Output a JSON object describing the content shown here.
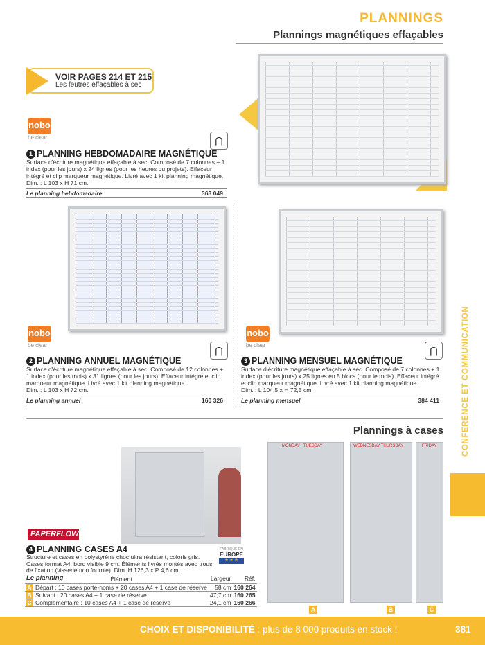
{
  "header": {
    "section": "PLANNINGS",
    "subtitle": "Plannings magnétiques effaçables"
  },
  "callout": {
    "title": "VOIR PAGES 214 ET 215",
    "subtitle": "Les feutres effaçables à sec"
  },
  "brands": {
    "nobo": "nobo",
    "nobo_tagline": "be clear",
    "paperflow": "PAPERFLOW",
    "europe_top": "FABRIQUÉ EN",
    "europe": "EUROPE"
  },
  "colors": {
    "accent": "#f5b82e",
    "footer": "#f7bc30",
    "nobo": "#f07e26",
    "paperflow": "#c8102e"
  },
  "products": [
    {
      "num": "1",
      "title": "PLANNING HEBDOMADAIRE MAGNÉTIQUE",
      "desc": "Surface d'écriture magnétique effaçable à sec. Composé de 7 colonnes + 1 index (pour les jours) x 24 lignes (pour les heures ou projets). Effaceur intégré et clip marqueur magnétique. Livré avec 1 kit planning magnétique.",
      "dim": "Dim. : L 103 x H 71 cm.",
      "ref_label": "Le planning hebdomadaire",
      "ref": "363 049"
    },
    {
      "num": "2",
      "title": "PLANNING ANNUEL MAGNÉTIQUE",
      "desc": "Surface d'écriture magnétique effaçable à sec. Composé de 12 colonnes + 1 index (pour les mois) x 31 lignes (pour les jours). Effaceur intégré et clip marqueur magnétique. Livré avec 1 kit planning magnétique.",
      "dim": "Dim. : L 103 x H 72 cm.",
      "ref_label": "Le planning annuel",
      "ref": "160 326"
    },
    {
      "num": "3",
      "title": "PLANNING MENSUEL MAGNÉTIQUE",
      "desc": "Surface d'écriture magnétique effaçable à sec. Composé de 7 colonnes + 1 index (pour les jours) x 25 lignes en 5 blocs (pour le mois). Effaceur intégré et clip marqueur magnétique. Livré avec 1 kit planning magnétique.",
      "dim": "Dim. : L 104,5 x H 72,5 cm.",
      "ref_label": "Le planning mensuel",
      "ref": "384 411"
    },
    {
      "num": "4",
      "title": "PLANNING CASES A4",
      "desc": "Structure et cases en polystyrène choc ultra résistant, coloris gris. Cases format A4, bord visible 9 cm. Éléments livrés montés avec trous de fixation (visserie non fournie). Dim. H 126,3 x P 4,6 cm.",
      "ref_label": "Le planning"
    }
  ],
  "cases_section": "Plannings à cases",
  "cases_table": {
    "headers": [
      "Élément",
      "Largeur",
      "Réf."
    ],
    "rows": [
      {
        "letter": "A",
        "element": "Départ : 10 cases porte-noms + 20 cases A4 + 1 case de réserve",
        "width": "58 cm",
        "ref": "160 264"
      },
      {
        "letter": "B",
        "element": "Suivant : 20 cases A4 + 1 case de réserve",
        "width": "47,7 cm",
        "ref": "160 265"
      },
      {
        "letter": "C",
        "element": "Complémentaire : 10 cases A4 + 1 case de réserve",
        "width": "24,1 cm",
        "ref": "160 266"
      }
    ]
  },
  "case_images": {
    "labels": [
      "A",
      "B",
      "C"
    ],
    "days": [
      "MONDAY",
      "TUESDAY",
      "WEDNESDAY",
      "THURSDAY",
      "FRIDAY"
    ]
  },
  "side_tab": "CONFÉRENCE ET COMMUNICATION",
  "footer": {
    "bold": "CHOIX ET DISPONIBILITÉ",
    "text": " : plus de 8 000 produits en stock !",
    "page": "381"
  }
}
